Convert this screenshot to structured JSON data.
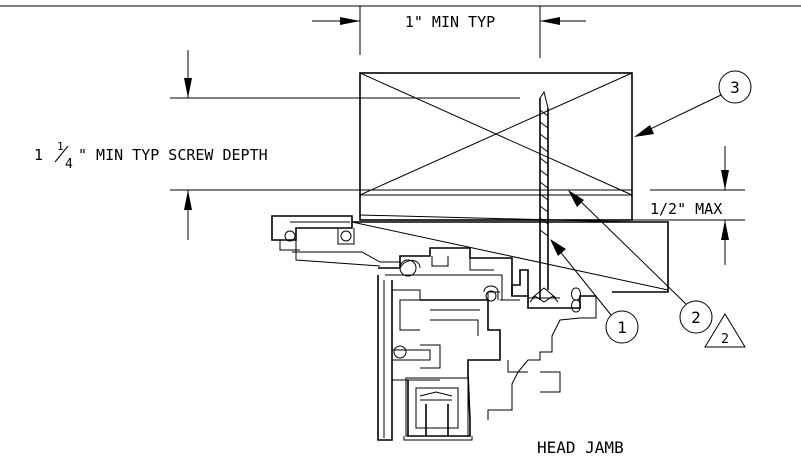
{
  "dimensions": {
    "top_width": "1\" MIN TYP",
    "screw_depth_whole": "1",
    "screw_depth_frac_num": "1",
    "screw_depth_frac_den": "4",
    "screw_depth_rest": "\" MIN TYP SCREW DEPTH",
    "max_gap": "1/2\" MAX"
  },
  "callouts": {
    "c1": "1",
    "c2": "2",
    "c3": "3",
    "revision": "2"
  },
  "title": "HEAD JAMB"
}
